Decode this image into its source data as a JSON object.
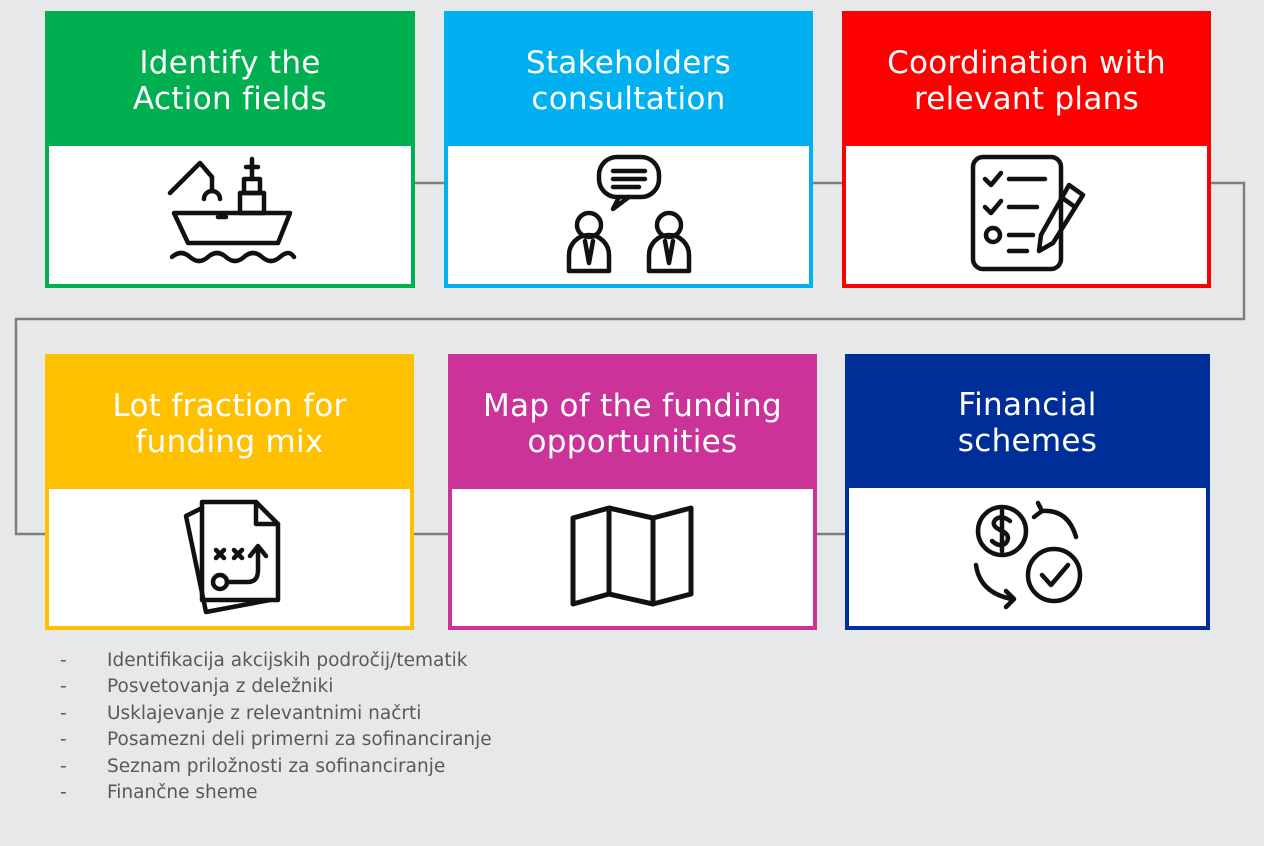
{
  "colors": {
    "background": "#e6e8ea",
    "connector": "#7f7f7f",
    "icon": "#111111",
    "text": "#595959"
  },
  "steps": [
    {
      "title": "Identify the\nAction fields",
      "color": "#00b050",
      "icon": "ship-crane-icon"
    },
    {
      "title": "Stakeholders\nconsultation",
      "color": "#00b0f0",
      "icon": "stakeholders-meeting-icon"
    },
    {
      "title": "Coordination with\nrelevant plans",
      "color": "#ff0000",
      "icon": "checklist-pencil-icon"
    },
    {
      "title": "Lot fraction for\nfunding mix",
      "color": "#ffc000",
      "icon": "strategy-plan-icon"
    },
    {
      "title": "Map of the funding\nopportunities",
      "color": "#cc3399",
      "icon": "folded-map-icon"
    },
    {
      "title": "Financial\nschemes",
      "color": "#002e99",
      "icon": "money-exchange-icon"
    }
  ],
  "notes": [
    {
      "dash": "-",
      "text": "Identifikacija akcijskih področij/tematik"
    },
    {
      "dash": "-",
      "text": "Posvetovanja z deležniki"
    },
    {
      "dash": "-",
      "text": "Usklajevanje z relevantnimi načrti"
    },
    {
      "dash": "-",
      "text": "Posamezni deli primerni za sofinanciranje"
    },
    {
      "dash": "-",
      "text": "Seznam priložnosti za sofinanciranje"
    },
    {
      "dash": "-",
      "text": "Finančne sheme"
    }
  ]
}
